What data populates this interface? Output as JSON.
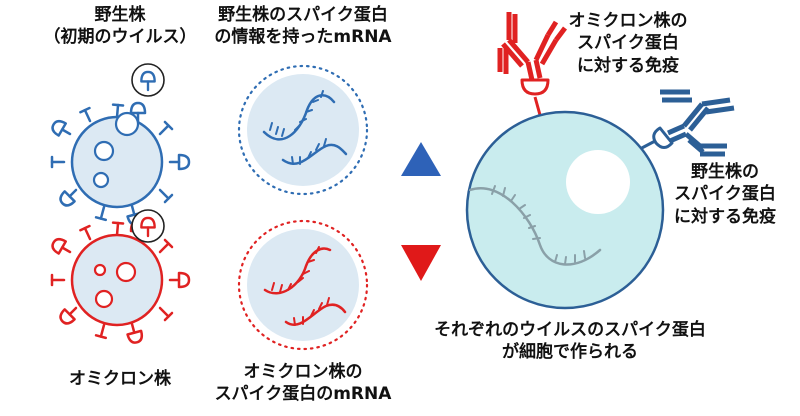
{
  "labels": {
    "wild_virus": [
      "野生株",
      "（初期のウイルス）"
    ],
    "wild_mrna": [
      "野生株のスパイク蛋白",
      "の情報を持ったmRNA"
    ],
    "omicron_virus": [
      "オミクロン株"
    ],
    "omicron_mrna": [
      "オミクロン株の",
      "スパイク蛋白のmRNA"
    ],
    "omicron_immunity": [
      "オミクロン株の",
      "スパイク蛋白",
      "に対する免疫"
    ],
    "wild_immunity": [
      "野生株の",
      "スパイク蛋白",
      "に対する免疫"
    ],
    "cell_caption": [
      "それぞれのウイルスのスパイク蛋白",
      "が細胞で作られる"
    ]
  },
  "colors": {
    "wild_blue": "#2f6db3",
    "omicron_red": "#e02222",
    "vaccine_fill": "#dce9f3",
    "cell_fill": "#c9ecee",
    "cell_stroke": "#2c5f96",
    "arrow_up": "#2e62b8",
    "arrow_down": "#e01919"
  },
  "symbols": {
    "up_triangle": "blue-up-triangle-icon",
    "down_triangle": "red-down-triangle-icon"
  }
}
